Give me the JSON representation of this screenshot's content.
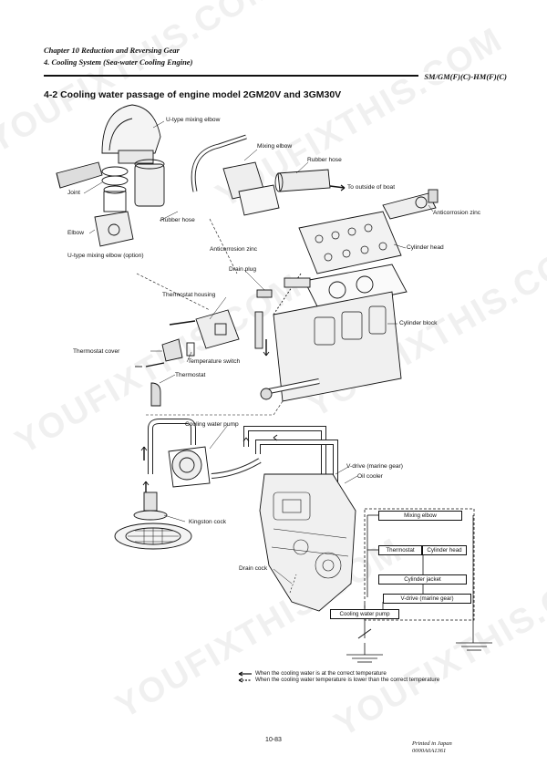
{
  "header": {
    "chapter": "Chapter 10 Reduction and Reversing Gear",
    "section": "4. Cooling System (Sea-water Cooling Engine)",
    "model": "SM/GM(F)(C)-HM(F)(C)"
  },
  "title": "4-2 Cooling water passage of engine model 2GM20V and 3GM30V",
  "labels": {
    "u_type_mixing_elbow": "U-type mixing elbow",
    "mixing_elbow": "Mixing elbow",
    "rubber_hose_top": "Rubber hose",
    "to_outside": "To outside of boat",
    "joint": "Joint",
    "elbow": "Elbow",
    "rubber_hose_mid": "Rubber hose",
    "anticorrosion_zinc_right": "Anticorrosion zinc",
    "u_type_option": "U-type mixing elbow (option)",
    "anticorrosion_zinc_mid": "Anticorrosion zinc",
    "cylinder_head": "Cylinder head",
    "drain_plug": "Drain plug",
    "thermostat_housing": "Thermostat housing",
    "cylinder_block": "Cylinder block",
    "thermostat_cover": "Thermostat cover",
    "temperature_switch": "Temperature switch",
    "thermostat": "Thermostat",
    "cooling_water_pump": "Cooling water pump",
    "v_drive": "V-drive (marine gear)",
    "oil_cooler": "Oil cooler",
    "kingston_cock": "Kingston cock",
    "drain_cock": "Drain cock"
  },
  "flow": {
    "mixing_elbow": "Mixing elbow",
    "thermostat": "Thermostat",
    "cylinder_head": "Cylinder head",
    "cylinder_jacket": "Cylinder jacket",
    "v_drive": "V-drive (marine gear)",
    "cooling_water_pump": "Cooling water pump"
  },
  "legend": {
    "correct": "When the cooling water is at the correct temperature",
    "lower": "When the cooling water temperature is lower than the correct temperature"
  },
  "footer": {
    "page_number": "10-83",
    "printed_line1": "Printed in Japan",
    "printed_line2": "0000A0A1361"
  },
  "watermark": "YOUFIXTHIS.COM"
}
